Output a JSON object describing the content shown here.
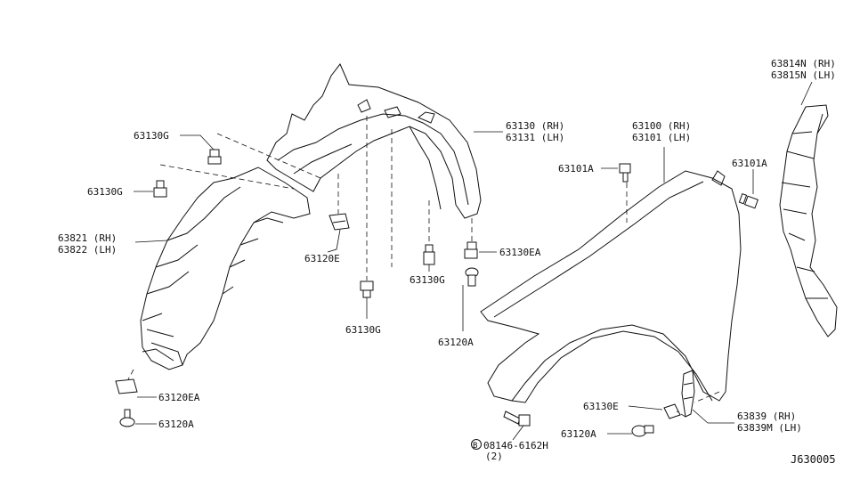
{
  "diagram_id": "J630005",
  "labels": {
    "p63814N": "63814N (RH)",
    "p63815N": "63815N (LH)",
    "p63130G_a": "63130G",
    "p63130G_b": "63130G",
    "p63130G_c": "63130G",
    "p63130G_d": "63130G",
    "p63130": "63130 (RH)",
    "p63131": "63131 (LH)",
    "p63100": "63100 (RH)",
    "p63101": "63101 (LH)",
    "p63101A_a": "63101A",
    "p63101A_b": "63101A",
    "p63821": "63821 (RH)",
    "p63822": "63822 (LH)",
    "p63120E": "63120E",
    "p63130EA": "63130EA",
    "p63120A_a": "63120A",
    "p63120A_b": "63120A",
    "p63120A_c": "63120A",
    "p63120EA": "63120EA",
    "p63130E": "63130E",
    "p63839": "63839  (RH)",
    "p63839M": "63839M (LH)",
    "bolt_symbol": "B",
    "bolt_code": "08146-6162H",
    "bolt_qty": "(2)"
  }
}
